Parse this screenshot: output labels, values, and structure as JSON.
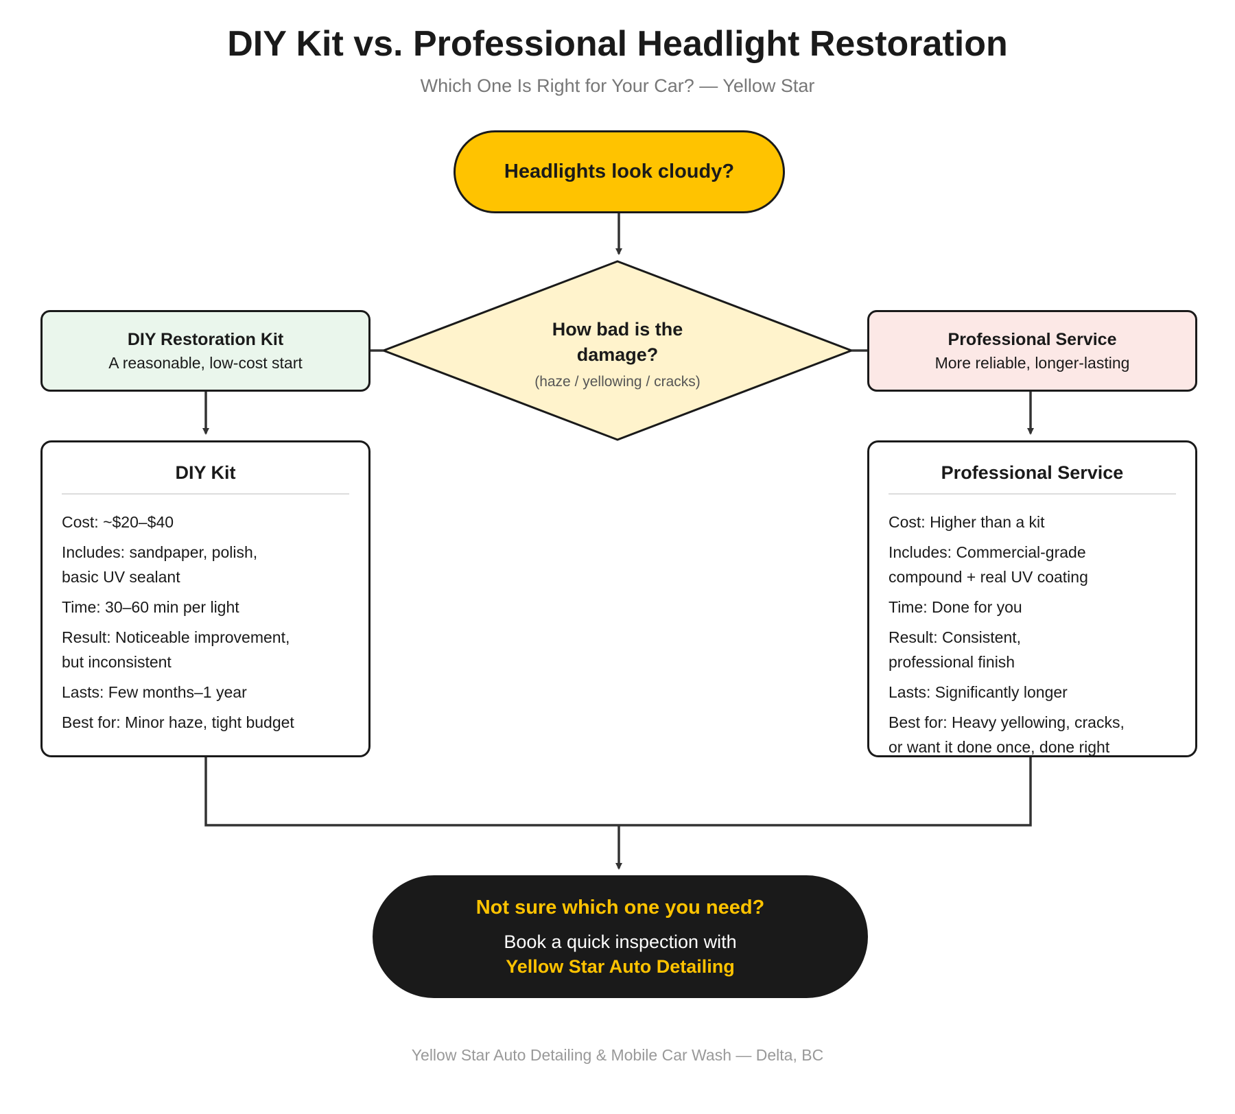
{
  "title": "DIY Kit vs. Professional Headlight Restoration",
  "subtitle": "Which One Is Right for Your Car? — Yellow Star",
  "colors": {
    "brand_yellow": "#FFC300",
    "diamond_fill": "#FFF3CC",
    "diy_fill": "#EAF6EC",
    "pro_fill": "#FCE8E6",
    "dark": "#1A1A1A",
    "connector": "#333333"
  },
  "start": {
    "label": "Headlights look cloudy?"
  },
  "decision": {
    "question_lines": [
      "How bad is the",
      "damage?"
    ],
    "hint": "(haze / yellowing / cracks)"
  },
  "diy_option": {
    "title": "DIY Restoration Kit",
    "subtitle": "A reasonable, low-cost start"
  },
  "pro_option": {
    "title": "Professional Service",
    "subtitle": "More reliable, longer-lasting"
  },
  "diy_details": {
    "title": "DIY Kit",
    "lines": [
      [
        "Cost: ~$20–$40"
      ],
      [
        "Includes: sandpaper, polish,",
        "basic UV sealant"
      ],
      [
        "Time: 30–60 min per light"
      ],
      [
        "Result: Noticeable improvement,",
        "but inconsistent"
      ],
      [
        "Lasts: Few months–1 year"
      ],
      [
        "Best for: Minor haze, tight budget"
      ]
    ]
  },
  "pro_details": {
    "title": "Professional Service",
    "lines": [
      [
        "Cost: Higher than a kit"
      ],
      [
        "Includes: Commercial-grade",
        "compound + real UV coating"
      ],
      [
        "Time: Done for you"
      ],
      [
        "Result: Consistent,",
        "professional finish"
      ],
      [
        "Lasts: Significantly longer"
      ],
      [
        "Best for: Heavy yellowing, cracks,",
        "or want it done once, done right"
      ]
    ]
  },
  "cta": {
    "question": "Not sure which one you need?",
    "line": "Book a quick inspection with",
    "brand": "Yellow Star Auto Detailing"
  },
  "footer": "Yellow Star Auto Detailing & Mobile Car Wash — Delta, BC"
}
